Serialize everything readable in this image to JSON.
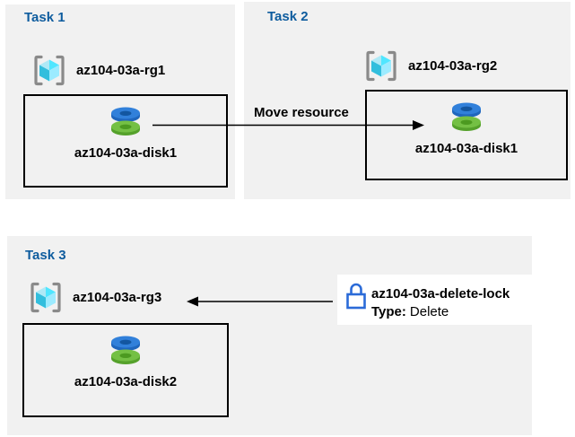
{
  "diagram": {
    "background": "#ffffff",
    "panel_background": "#f1f1f1",
    "title_color": "#0e5c9e"
  },
  "tasks": [
    {
      "title": "Task 1",
      "resource_group": "az104-03a-rg1",
      "resource": "az104-03a-disk1"
    },
    {
      "title": "Task 2",
      "resource_group": "az104-03a-rg2",
      "resource": "az104-03a-disk1"
    },
    {
      "title": "Task 3",
      "resource_group": "az104-03a-rg3",
      "resource": "az104-03a-disk2"
    }
  ],
  "arrows": {
    "move": {
      "label": "Move resource",
      "direction": "right"
    },
    "lock": {
      "direction": "left"
    }
  },
  "delete_lock": {
    "name": "az104-03a-delete-lock",
    "type_label": "Type:",
    "type_value": "Delete"
  },
  "colors": {
    "rg_bracket": "#8a8a8a",
    "rg_cube_top_light": "#aee9f6",
    "rg_cube_top": "#50e6ff",
    "rg_cube_left": "#32bedd",
    "rg_cube_right": "#9cebff",
    "disk_blue_face": "#3180da",
    "disk_blue_side": "#1f66bd",
    "disk_blue_hole": "#1356a0",
    "disk_green_face": "#74c044",
    "disk_green_side": "#55a12b",
    "disk_green_hole": "#4c9a20",
    "lock_blue": "#2b6bd8",
    "arrow": "#000000"
  }
}
